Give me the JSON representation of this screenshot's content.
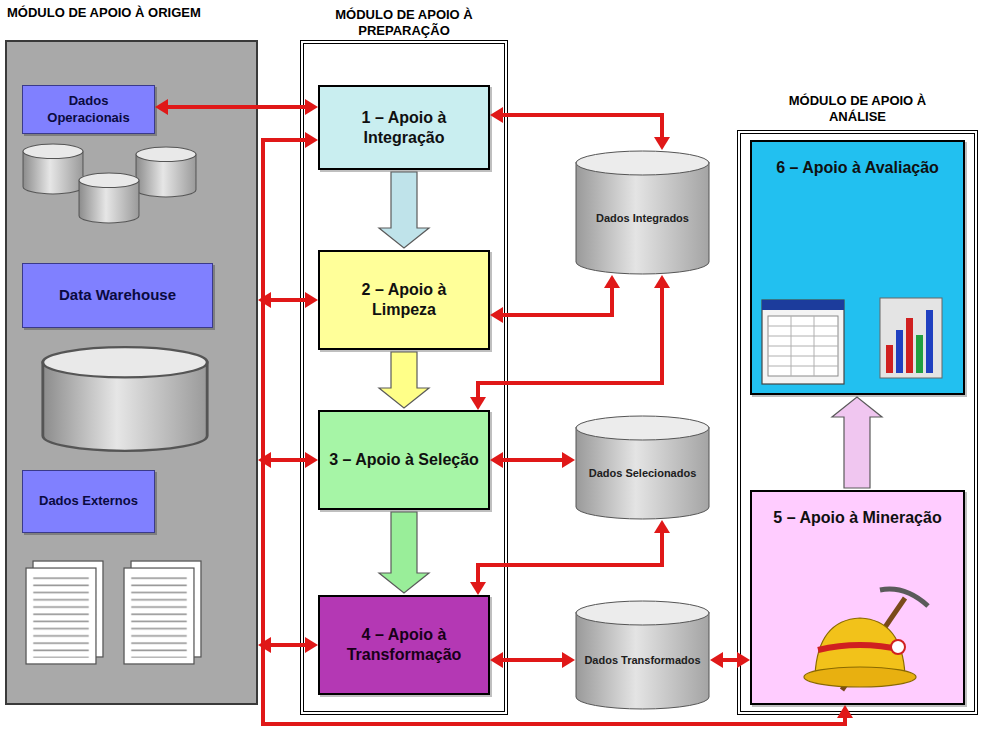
{
  "diagram": {
    "nodes": [
      {
        "text": [
          "MÓDULO DE APOIO À ORIGEM"
        ]
      },
      {
        "text": [
          "Dados Operacionais"
        ],
        "in": 0
      },
      {
        "text": [
          "Data Warehouse"
        ],
        "in": 0
      },
      {
        "text": [
          "Dados Externos"
        ],
        "in": 0
      },
      {
        "text": [
          "MÓDULO DE APOIO À PREPARAÇÃO"
        ]
      },
      {
        "text": [
          "1 – Apoio à Integração"
        ],
        "in": 4
      },
      {
        "text": [
          "2 – Apoio à Limpeza"
        ],
        "in": 4
      },
      {
        "text": [
          "3 – Apoio à Seleção"
        ],
        "in": 4
      },
      {
        "text": [
          "4 – Apoio à Transformação"
        ],
        "in": 4
      },
      {
        "text": [
          "Dados Integrados"
        ]
      },
      {
        "text": [
          "Dados Selecionados"
        ]
      },
      {
        "text": [
          "Dados Transformados"
        ]
      },
      {
        "text": [
          "MÓDULO DE APOIO À ANÁLISE"
        ]
      },
      {
        "text": [
          "6 – Apoio à Avaliação"
        ],
        "in": 12
      },
      {
        "text": [
          "5 – Apoio à Mineração"
        ],
        "in": 12
      }
    ],
    "edges": [
      {
        "from": 1,
        "to": 5,
        "arrow": "both"
      },
      {
        "from": 14,
        "to": 5,
        "arrow": "both"
      },
      {
        "from": 0,
        "to": 6,
        "arrow": "both"
      },
      {
        "from": 0,
        "to": 7,
        "arrow": "both"
      },
      {
        "from": 0,
        "to": 8,
        "arrow": "both"
      },
      {
        "from": 5,
        "to": 6,
        "arrow": "to"
      },
      {
        "from": 5,
        "to": 9,
        "arrow": "both"
      },
      {
        "from": 6,
        "to": 9,
        "arrow": "both"
      },
      {
        "from": 9,
        "to": 7,
        "arrow": "both"
      },
      {
        "from": 6,
        "to": 7,
        "arrow": "to"
      },
      {
        "from": 7,
        "to": 10,
        "arrow": "both"
      },
      {
        "from": 7,
        "to": 8,
        "arrow": "to"
      },
      {
        "from": 10,
        "to": 8,
        "arrow": "both"
      },
      {
        "from": 8,
        "to": 11,
        "arrow": "both"
      },
      {
        "from": 11,
        "to": 14,
        "arrow": "both"
      },
      {
        "from": 14,
        "to": 13,
        "arrow": "to"
      }
    ]
  }
}
